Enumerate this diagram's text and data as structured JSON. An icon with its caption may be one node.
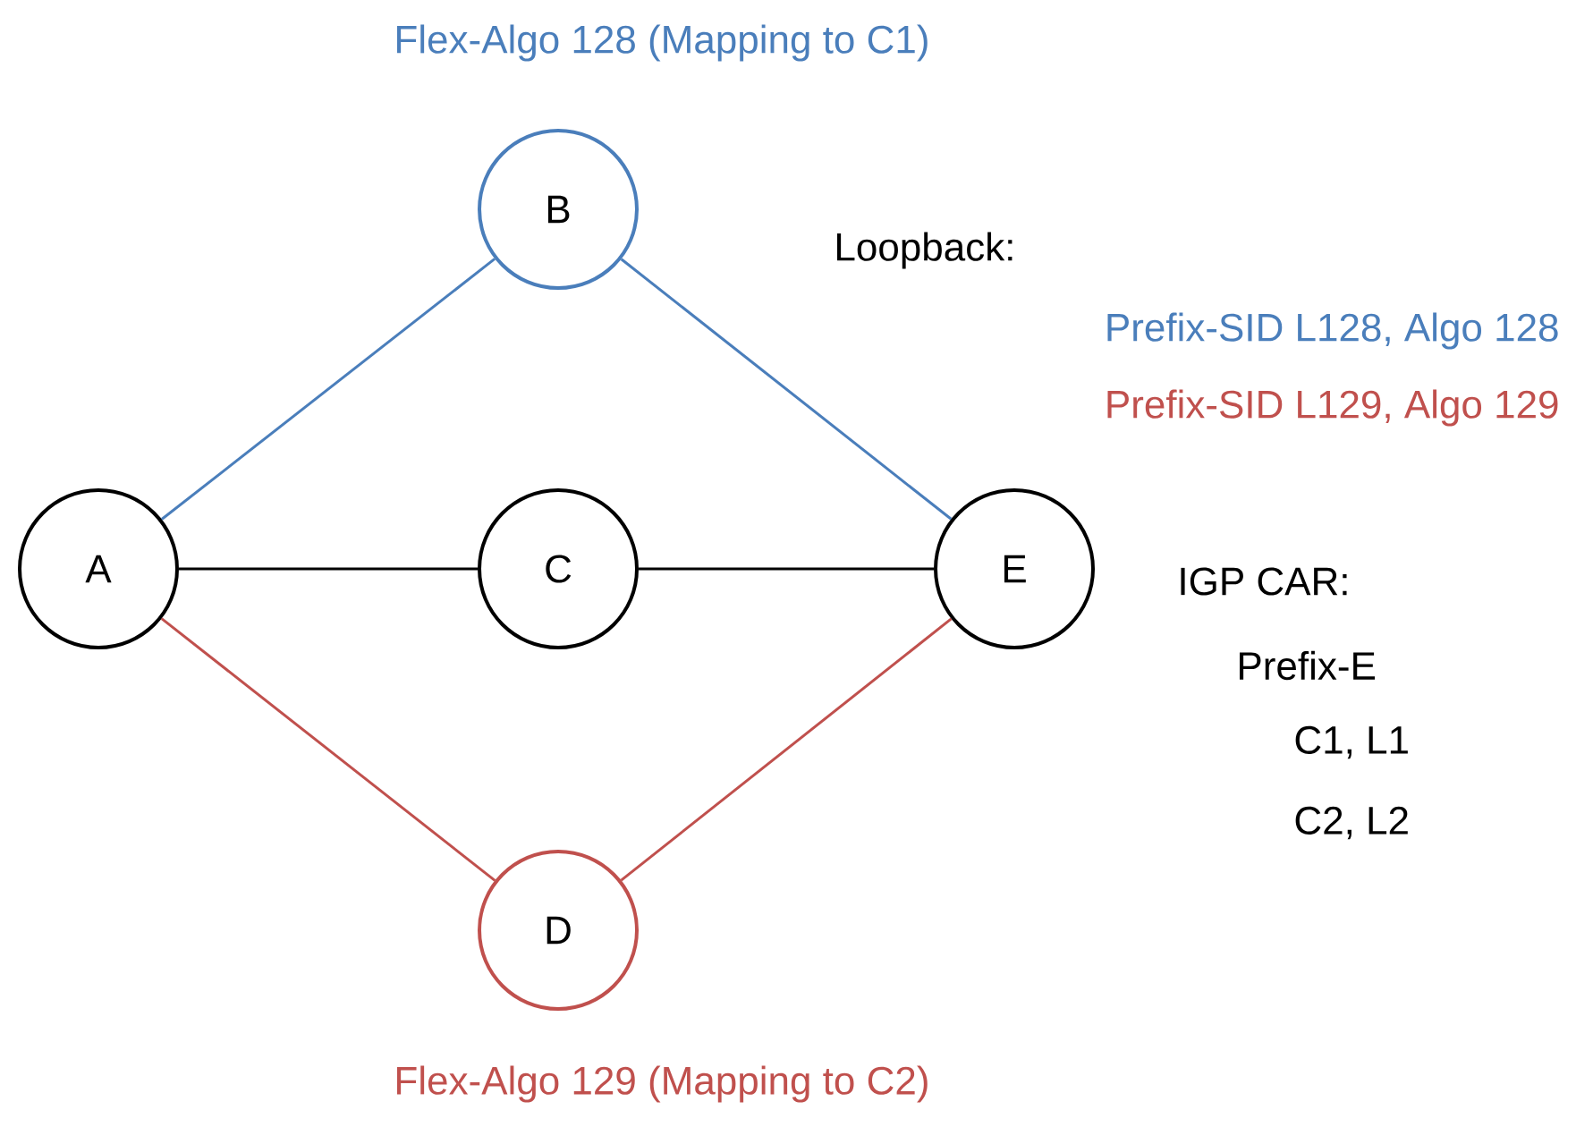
{
  "diagram": {
    "nodes": [
      {
        "text": [
          "A"
        ]
      },
      {
        "text": [
          "B"
        ],
        "beside": [
          "Flex-Algo 128 (Mapping to C1)"
        ]
      },
      {
        "text": [
          "C"
        ]
      },
      {
        "text": [
          "D"
        ],
        "beside": [
          "Flex-Algo 129 (Mapping to C2)"
        ]
      },
      {
        "text": [
          "E"
        ]
      }
    ],
    "edges": [
      {
        "from": 0,
        "to": 1,
        "arrow": "none",
        "color": "#4a7ebb"
      },
      {
        "from": 1,
        "to": 4,
        "arrow": "none",
        "color": "#4a7ebb"
      },
      {
        "from": 0,
        "to": 2,
        "arrow": "none",
        "color": "#000000"
      },
      {
        "from": 2,
        "to": 4,
        "arrow": "none",
        "color": "#000000"
      },
      {
        "from": 0,
        "to": 3,
        "arrow": "none",
        "color": "#c0504d"
      },
      {
        "from": 3,
        "to": 4,
        "arrow": "none",
        "color": "#c0504d"
      }
    ],
    "labels": [
      "Loopback:",
      "Prefix-SID L128, Algo 128",
      "Prefix-SID L129, Algo 129",
      "IGP CAR:",
      "Prefix-E",
      "C1, L1",
      "C2, L2"
    ]
  }
}
